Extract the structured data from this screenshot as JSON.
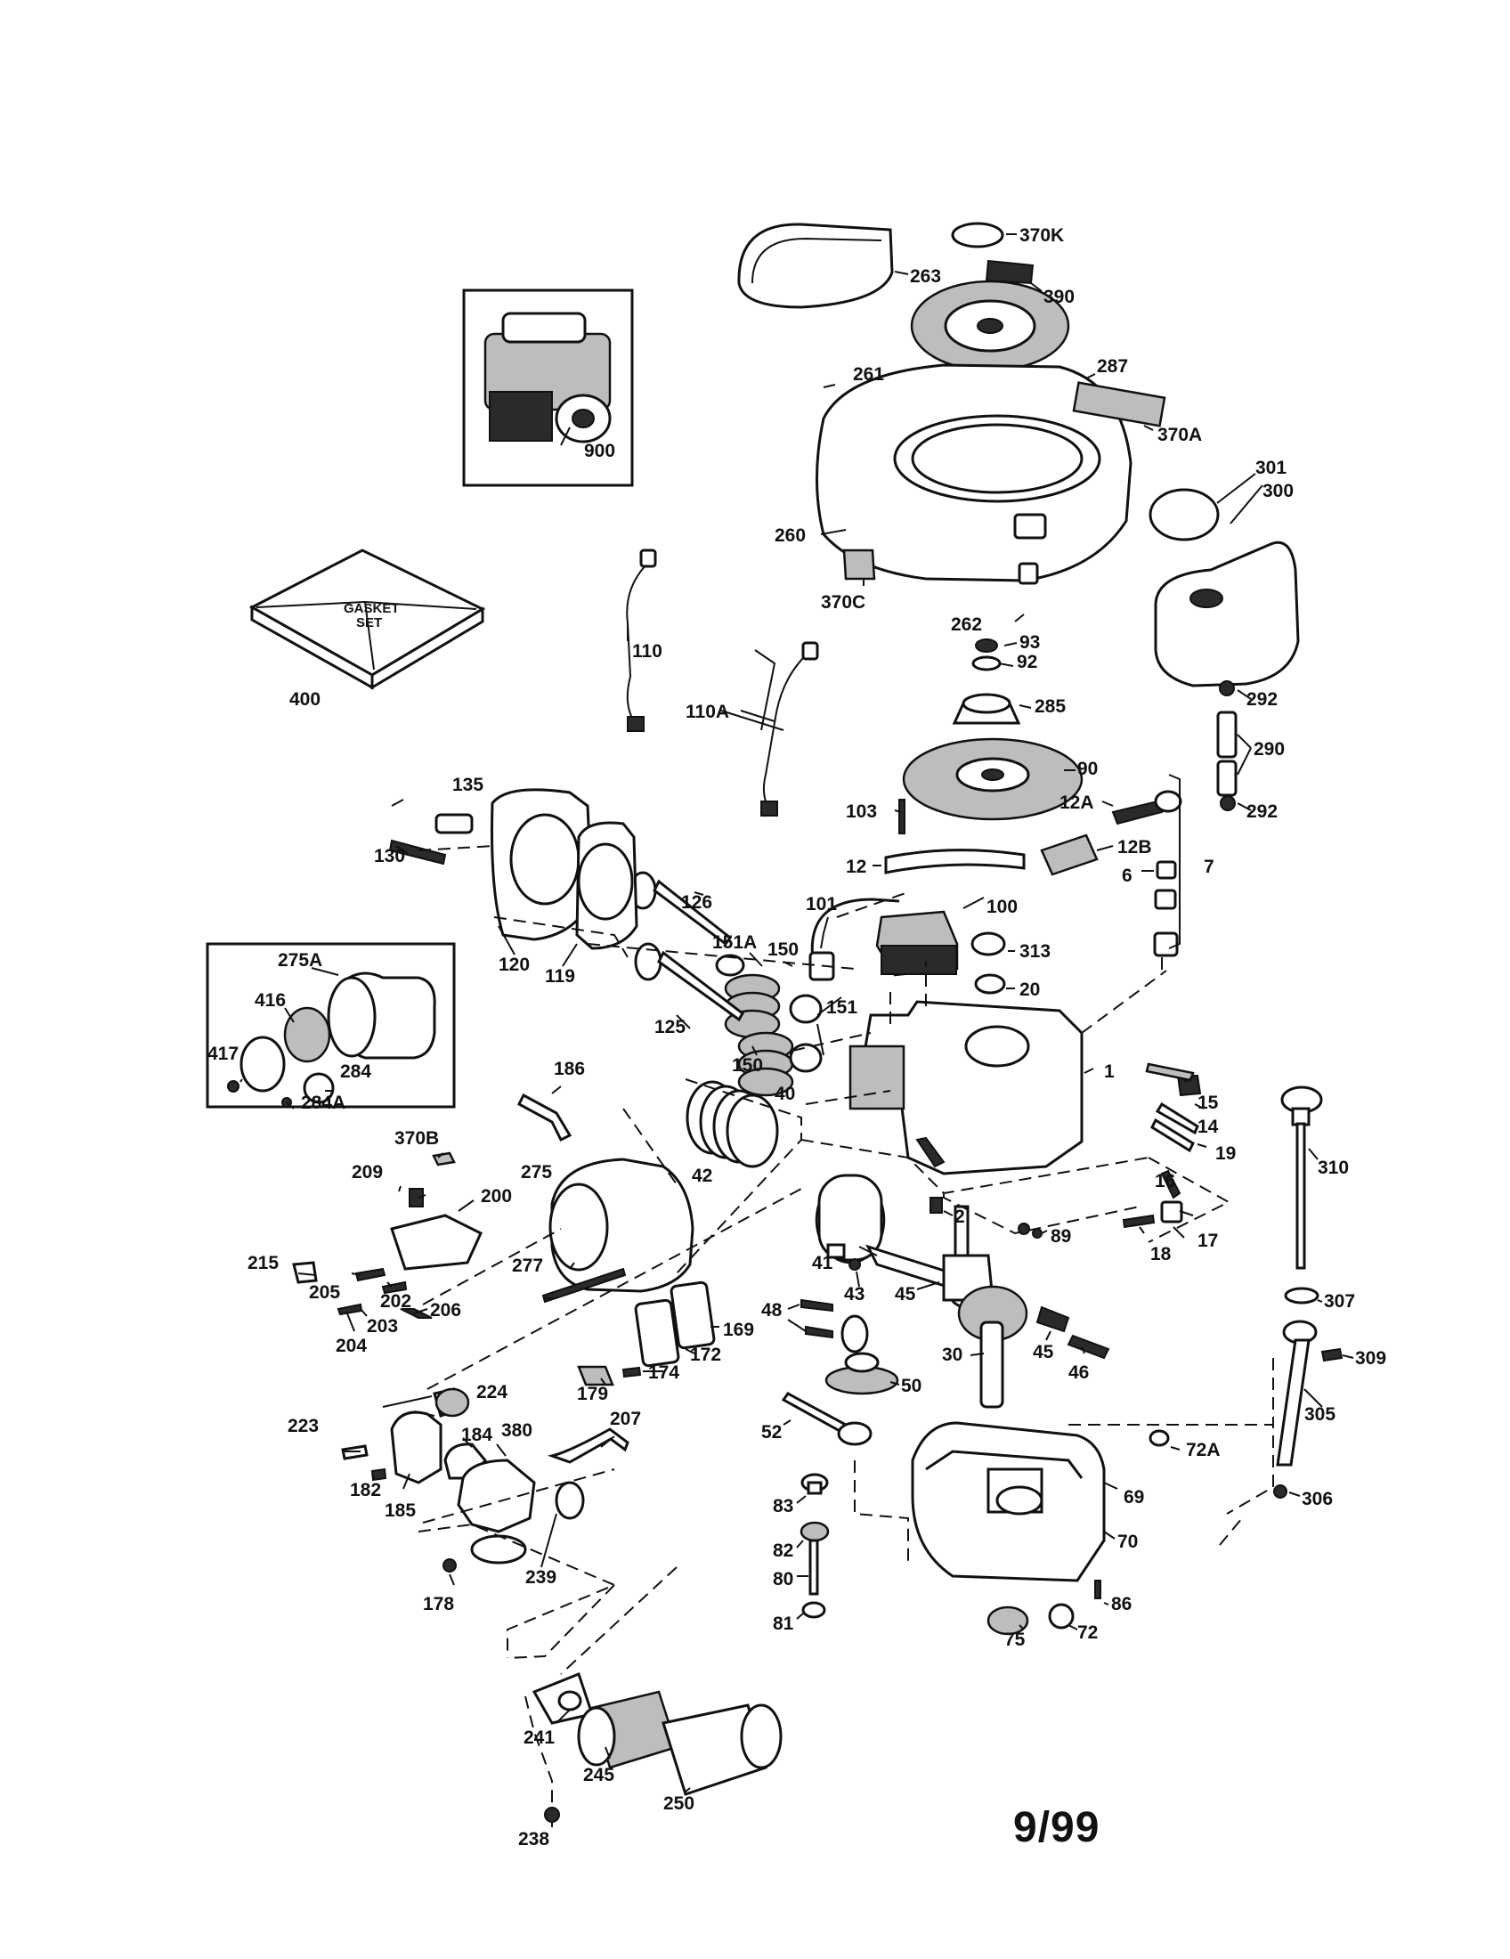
{
  "date_stamp": "9/99",
  "kit_lines": [
    "GASKET",
    "SET"
  ],
  "part_numbers": {
    "p370K": "370K",
    "p390": "390",
    "p263": "263",
    "p261": "261",
    "p287": "287",
    "p370A": "370A",
    "p900": "900",
    "p301": "301",
    "p300": "300",
    "p260": "260",
    "p370C": "370C",
    "p262": "262",
    "p93": "93",
    "p92": "92",
    "p285": "285",
    "p292a": "292",
    "p290": "290",
    "p292b": "292",
    "p90": "90",
    "p12A": "12A",
    "p103": "103",
    "p12B": "12B",
    "p12": "12",
    "p7": "7",
    "p6": "6",
    "p400": "400",
    "p110": "110",
    "p110A": "110A",
    "p135": "135",
    "p130": "130",
    "p120": "120",
    "p119": "119",
    "p126": "126",
    "p151A": "151A",
    "p150a": "150",
    "p101": "101",
    "p100": "100",
    "p313": "313",
    "p20": "20",
    "p125": "125",
    "p151": "151",
    "p150b": "150",
    "p40": "40",
    "p1": "1",
    "p275A": "275A",
    "p416": "416",
    "p417": "417",
    "p284": "284",
    "p284A": "284A",
    "p186": "186",
    "p15": "15",
    "p14": "14",
    "p19": "19",
    "p310": "310",
    "p370B": "370B",
    "p209": "209",
    "p275": "275",
    "p200": "200",
    "p42": "42",
    "p16": "16",
    "p2": "2",
    "p17": "17",
    "p89": "89",
    "p18": "18",
    "p215": "215",
    "p205": "205",
    "p202": "202",
    "p206": "206",
    "p203": "203",
    "p204": "204",
    "p277": "277",
    "p41": "41",
    "p43": "43",
    "p45a": "45",
    "p48": "48",
    "p169": "169",
    "p172": "172",
    "p174": "174",
    "p179": "179",
    "p30": "30",
    "p45b": "45",
    "p46": "46",
    "p50": "50",
    "p307": "307",
    "p309": "309",
    "p224": "224",
    "p223": "223",
    "p207": "207",
    "p184": "184",
    "p380": "380",
    "p52": "52",
    "p305": "305",
    "p72A": "72A",
    "p182": "182",
    "p185": "185",
    "p69": "69",
    "p83": "83",
    "p306": "306",
    "p70": "70",
    "p82": "82",
    "p178": "178",
    "p239": "239",
    "p80": "80",
    "p86": "86",
    "p81": "81",
    "p75": "75",
    "p72": "72",
    "p241": "241",
    "p245": "245",
    "p238": "238",
    "p250": "250"
  }
}
